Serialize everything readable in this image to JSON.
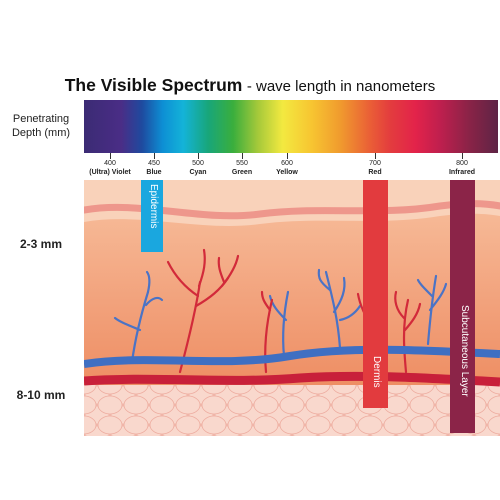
{
  "title": {
    "main": "The Visible Spectrum",
    "sub": "- wave length in nanometers"
  },
  "side_labels": {
    "penetrating_depth": [
      "Penetrating",
      "Depth (mm)"
    ],
    "depth_shallow": "2-3 mm",
    "depth_deep": "8-10 mm"
  },
  "wavelengths": [
    {
      "nm": "400",
      "name": "(Ultra) Violet"
    },
    {
      "nm": "450",
      "name": "Blue"
    },
    {
      "nm": "500",
      "name": "Cyan"
    },
    {
      "nm": "550",
      "name": "Green"
    },
    {
      "nm": "600",
      "name": "Yellow"
    },
    {
      "nm": "700",
      "name": "Red"
    },
    {
      "nm": "800",
      "name": "Infrared"
    }
  ],
  "layers": {
    "epidermis": "Epidermis",
    "dermis": "Dermis",
    "subcutaneous": "Subcutaneous Layer"
  },
  "colors": {
    "skin_light": "#f8c9ad",
    "skin_mid": "#f3a77f",
    "skin_deep": "#ee8d62",
    "fat_cell": "#f7cfc2",
    "vein": "#3f6fc2",
    "artery": "#d62839",
    "beam_blue": "#1aa7df",
    "beam_red": "#e23b3e",
    "beam_infrared": "#8b2448"
  }
}
